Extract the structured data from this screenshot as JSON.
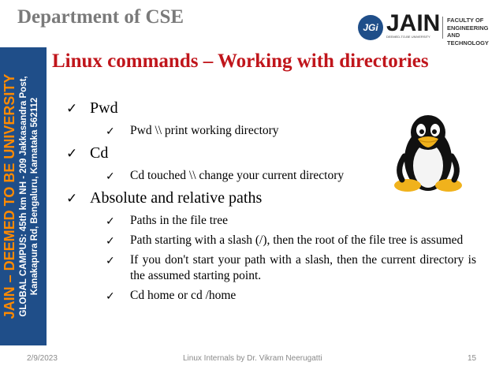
{
  "header": {
    "department": "Department of CSE",
    "logo": {
      "badge": "JGi",
      "name": "JAIN",
      "tagline": "DEEMED-TO-BE UNIVERSITY",
      "faculty": [
        "FACULTY OF",
        "ENGINEERING",
        "AND TECHNOLOGY"
      ]
    }
  },
  "sidebar": {
    "university": "JAIN – DEEMED TO BE UNIVERSITY",
    "address_line1": "GLOBAL CAMPUS: 45th km NH - 209 Jakkasandra Post,",
    "address_line2": "Kanakapura Rd, Bengaluru, Karnataka 562112"
  },
  "slide": {
    "title": "Linux commands – Working with directories",
    "bullets": [
      {
        "text": "Pwd",
        "sub": [
          "Pwd \\\\ print working directory"
        ]
      },
      {
        "text": "Cd",
        "sub": [
          "Cd touched \\\\ change your current directory"
        ]
      },
      {
        "text": "Absolute and relative paths",
        "sub": [
          "Paths in the file tree",
          "Path starting with a slash (/), then the root of the file tree is assumed",
          "If you don't start your path with a slash, then the current directory is the assumed starting point.",
          "Cd home or cd /home"
        ]
      }
    ]
  },
  "footer": {
    "date": "2/9/2023",
    "center": "Linux Internals by Dr. Vikram Neerugatti",
    "page": "15"
  },
  "colors": {
    "sidebar": "#1f4e89",
    "title": "#c0151b",
    "department": "#7a7a7a",
    "university_text": "#ff8a00"
  },
  "icons": {
    "bullet": "check-mark-icon",
    "mascot": "tux-penguin-icon"
  }
}
